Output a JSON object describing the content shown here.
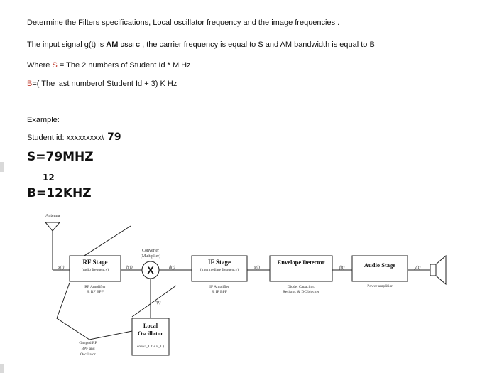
{
  "text": {
    "line1": "Determine the Filters specifications, Local oscillator frequency  and the image frequencies .",
    "line2_a": "The input signal g(t) is ",
    "line2_am": "AM",
    "line2_sub": "DSBFC",
    "line2_b": " , the carrier frequency is equal to S and AM bandwidth is equal to B",
    "line3_a": "Where ",
    "line3_s": "S",
    "line3_b": " = The 2 numbers of Student Id * M Hz",
    "line4_a": "B",
    "line4_b": "=( The last  numberof Student Id + 3) K Hz",
    "example": "Example:",
    "student_id_label": "Student id: xxxxxxxxx\\",
    "student_id_digits": " 79",
    "s_value": "S=79MHZ",
    "twelve": "12",
    "b_value": "B=12KHZ"
  },
  "diagram": {
    "antenna": "Antenna",
    "rf_title": "RF Stage",
    "rf_sub": "(radio frequency)",
    "rf_desc1": "RF Amplifier",
    "rf_desc2": "& RF BPF",
    "converter1": "Converter",
    "converter2": "(Multiplier)",
    "mixer": "X",
    "if_title": "IF Stage",
    "if_sub": "(intermediate frequency)",
    "if_desc1": "IF Amplifier",
    "if_desc2": "& IF BPF",
    "env_title": "Envelope Detector",
    "env_desc1": "Diode, Capacitor,",
    "env_desc2": "Resistor, & DC blocker",
    "audio_title": "Audio Stage",
    "audio_desc": "Power amplifier",
    "lo_title1": "Local",
    "lo_title2": "Oscillator",
    "lo_formula": "cos(ω_L t + θ_L)",
    "ganged1": "Ganged RF",
    "ganged2": "BPF and",
    "ganged3": "Oscillator",
    "sig_in": "x(t)",
    "sig_rf": "h(t)",
    "sig_mix": "d(t)",
    "sig_lo": "c(t)",
    "sig_if": "s(t)",
    "sig_env": "f(t)",
    "sig_out": "y(t)"
  }
}
